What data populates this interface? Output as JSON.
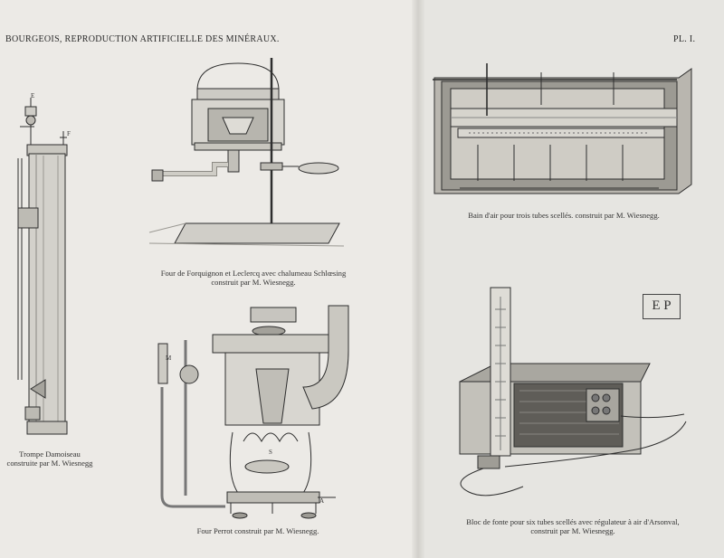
{
  "header": {
    "left": "BOURGEOIS, REPRODUCTION ARTIFICIELLE DES MINÉRAUX.",
    "right": "PL. I."
  },
  "captions": {
    "trompe_line1": "Trompe Damoiseau",
    "trompe_line2": "construite par M. Wiesnegg",
    "four_forquignon_line1": "Four de Forquignon et Leclercq avec chalumeau Schlœsing",
    "four_forquignon_line2": "construit par M. Wiesnegg.",
    "four_perrot": "Four Perrot construit par M. Wiesnegg.",
    "bain_air": "Bain d'air pour trois tubes scellés. construit par M. Wiesnegg.",
    "bloc_line1": "Bloc de fonte pour six tubes scellés avec régulateur à air d'Arsonval,",
    "bloc_line2": "construit par M. Wiesnegg."
  },
  "figure_letters": {
    "trompe_e": "E",
    "trompe_f": "F",
    "perrot_m": "M",
    "perrot_a": "A",
    "perrot_s": "S"
  },
  "stamp": "E P"
}
